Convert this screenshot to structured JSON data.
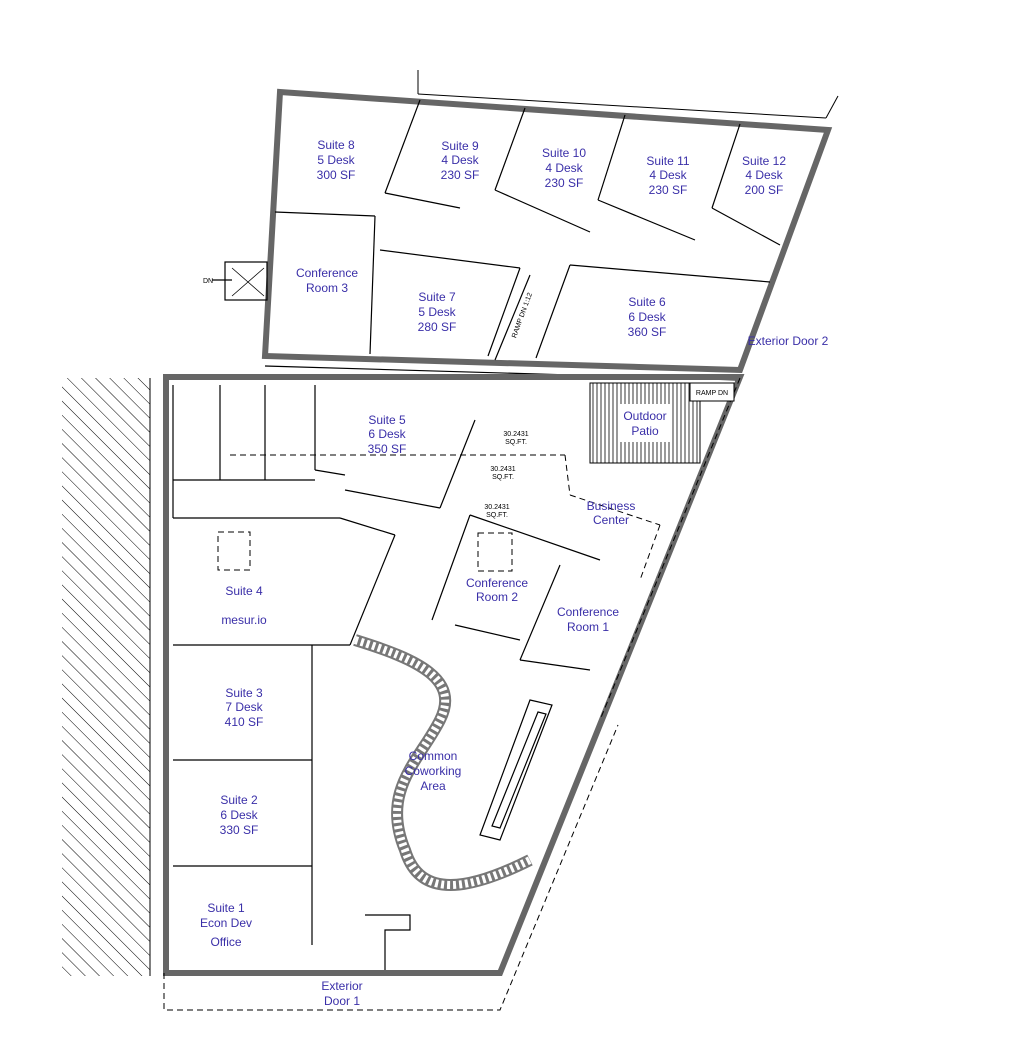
{
  "rooms": {
    "suite8": [
      "Suite 8",
      "5 Desk",
      "300 SF"
    ],
    "suite9": [
      "Suite 9",
      "4 Desk",
      "230 SF"
    ],
    "suite10": [
      "Suite 10",
      "4 Desk",
      "230 SF"
    ],
    "suite11": [
      "Suite 11",
      "4 Desk",
      "230 SF"
    ],
    "suite12": [
      "Suite 12",
      "4 Desk",
      "200 SF"
    ],
    "conf3": [
      "Conference",
      "Room 3"
    ],
    "suite7": [
      "Suite 7",
      "5 Desk",
      "280 SF"
    ],
    "suite6": [
      "Suite 6",
      "6 Desk",
      "360 SF"
    ],
    "suite5": [
      "Suite 5",
      "6 Desk",
      "350 SF"
    ],
    "patio": [
      "Outdoor",
      "Patio"
    ],
    "business": [
      "Business",
      "Center"
    ],
    "conf2": [
      "Conference",
      "Room 2"
    ],
    "conf1": [
      "Conference",
      "Room 1"
    ],
    "suite4": [
      "Suite 4",
      "mesur.io"
    ],
    "suite3": [
      "Suite 3",
      "7 Desk",
      "410 SF"
    ],
    "suite2": [
      "Suite 2",
      "6 Desk",
      "330 SF"
    ],
    "suite1": [
      "Suite 1",
      "Econ Dev",
      "Office"
    ],
    "common": [
      "Common",
      "Coworking",
      "Area"
    ]
  },
  "doors": {
    "exterior1": [
      "Exterior",
      "Door 1"
    ],
    "exterior2": "Exterior Door 2"
  },
  "annotations": {
    "stair_dn": "DN",
    "ramp_dn": "RAMP DN",
    "ramp_slope": "RAMP DN 1:12",
    "closet_area": "30.2431",
    "closet_unit": "SQ.FT."
  },
  "colors": {
    "label": "#3a2fa8",
    "wall": "#666666"
  }
}
